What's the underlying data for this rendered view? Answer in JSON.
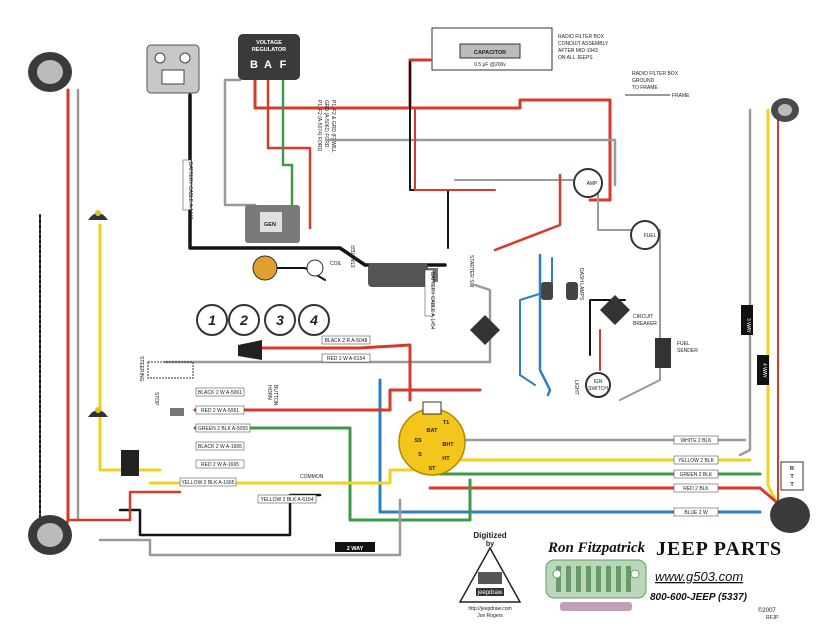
{
  "diagram": {
    "regulator": {
      "title_1": "VOLTAGE",
      "title_2": "REGULATOR",
      "letters": [
        "B",
        "A",
        "F"
      ]
    },
    "radio_box": {
      "lines": [
        "RADIO FILTER BOX",
        "CONDUIT ASSEMBLY",
        "AFTER MID-1943",
        "ON ALL JEEPS"
      ],
      "capacitor": "CAPACITOR",
      "capacitor_rating": "0.5 μF @200v"
    },
    "radio_ground": [
      "RADIO FILTER BOX",
      "GROUND",
      "TO FRAME"
    ],
    "regulator_note": [
      "P1, F2 (A-5074) FORD",
      "GRD (A-5061) FORD",
      "P1, F2 & GRD (F) WILL"
    ],
    "starter": "STARTER",
    "starter_sw": "STARTER SW",
    "dash_lamps": "DASH LAMPS",
    "fuel": "FUEL",
    "fuel_sender": [
      "FUEL",
      "SENDER"
    ],
    "circuit_breaker": [
      "CIRCUIT",
      "BREAKER"
    ],
    "gen": "GEN",
    "amp": "AMP",
    "coil": "COIL",
    "horn_button": [
      "HORN",
      "BUTTON"
    ],
    "steering": "STEERING",
    "stop_switch": [
      "STOP",
      "SWITCH"
    ],
    "plug_labels": [
      "1",
      "2",
      "3",
      "4"
    ],
    "rtt": [
      "R",
      "T",
      "T"
    ],
    "switch_terminals": [
      "BAT",
      "SS",
      "T1",
      "S",
      "HT",
      "BHT",
      "ST"
    ],
    "light_switch": [
      "LIGHT",
      "SWITCH"
    ],
    "ign_switch": [
      "IGN",
      "SWITCH"
    ],
    "common": "COMMON",
    "frame": "FRAME",
    "connector_2way": "2 WAY",
    "connector_3way": "3 WAY",
    "connector_4way": "4 WAY",
    "wire_labels": {
      "white_2blk": "WHITE 2 BLK",
      "yellow_2blk": "YELLOW 2 BLK",
      "green_2blk": "GREEN 2 BLK",
      "red_2blk": "RED 2 BLK",
      "blue_2w": "BLUE 2 W",
      "a5048": "A-5048",
      "black2w_a5061": "BLACK 2 W  A-5061",
      "red2w_a5061": "RED 2 W  A-5061",
      "green2blk_a5055": "GREEN 2 BLK  A-5055",
      "black2w_a1665": "BLACK 2 W  A-1665",
      "red2w_a1665": "RED 2 W  A-1665",
      "yellow2blk_a1665": "YELLOW 2 BLK  A-1665",
      "yellow2blk_a6154": "YELLOW 2 BLK  A-6154",
      "black2r_a5048": "BLACK 2 R  A-5048",
      "red2w_a6154": "RED 2 W  A-6154",
      "battery_cable": "BATTERY CABLE A-1454",
      "battery_cable_b": "BATTERY CABLE  A-1440"
    },
    "digitized": [
      "Digitized",
      "by"
    ],
    "jeepdraw": "jeepdraw",
    "jeepdraw_url": "http://jeepdraw.com",
    "jeepdraw_author": "Jon Rogers"
  },
  "brand": {
    "name": "Ron Fitzpatrick",
    "parts": "JEEP PARTS",
    "url": "www.g503.com",
    "phone": "800-600-JEEP (5337)",
    "copyright": "©2007",
    "initials": "RFJP"
  },
  "colors": {
    "red": "#d63a2a",
    "black": "#141414",
    "yellow": "#f2d21b",
    "green": "#3d9a4a",
    "blue": "#2d7fc4",
    "gray": "#9a9a9a",
    "switch_yellow": "#f4c51a"
  }
}
